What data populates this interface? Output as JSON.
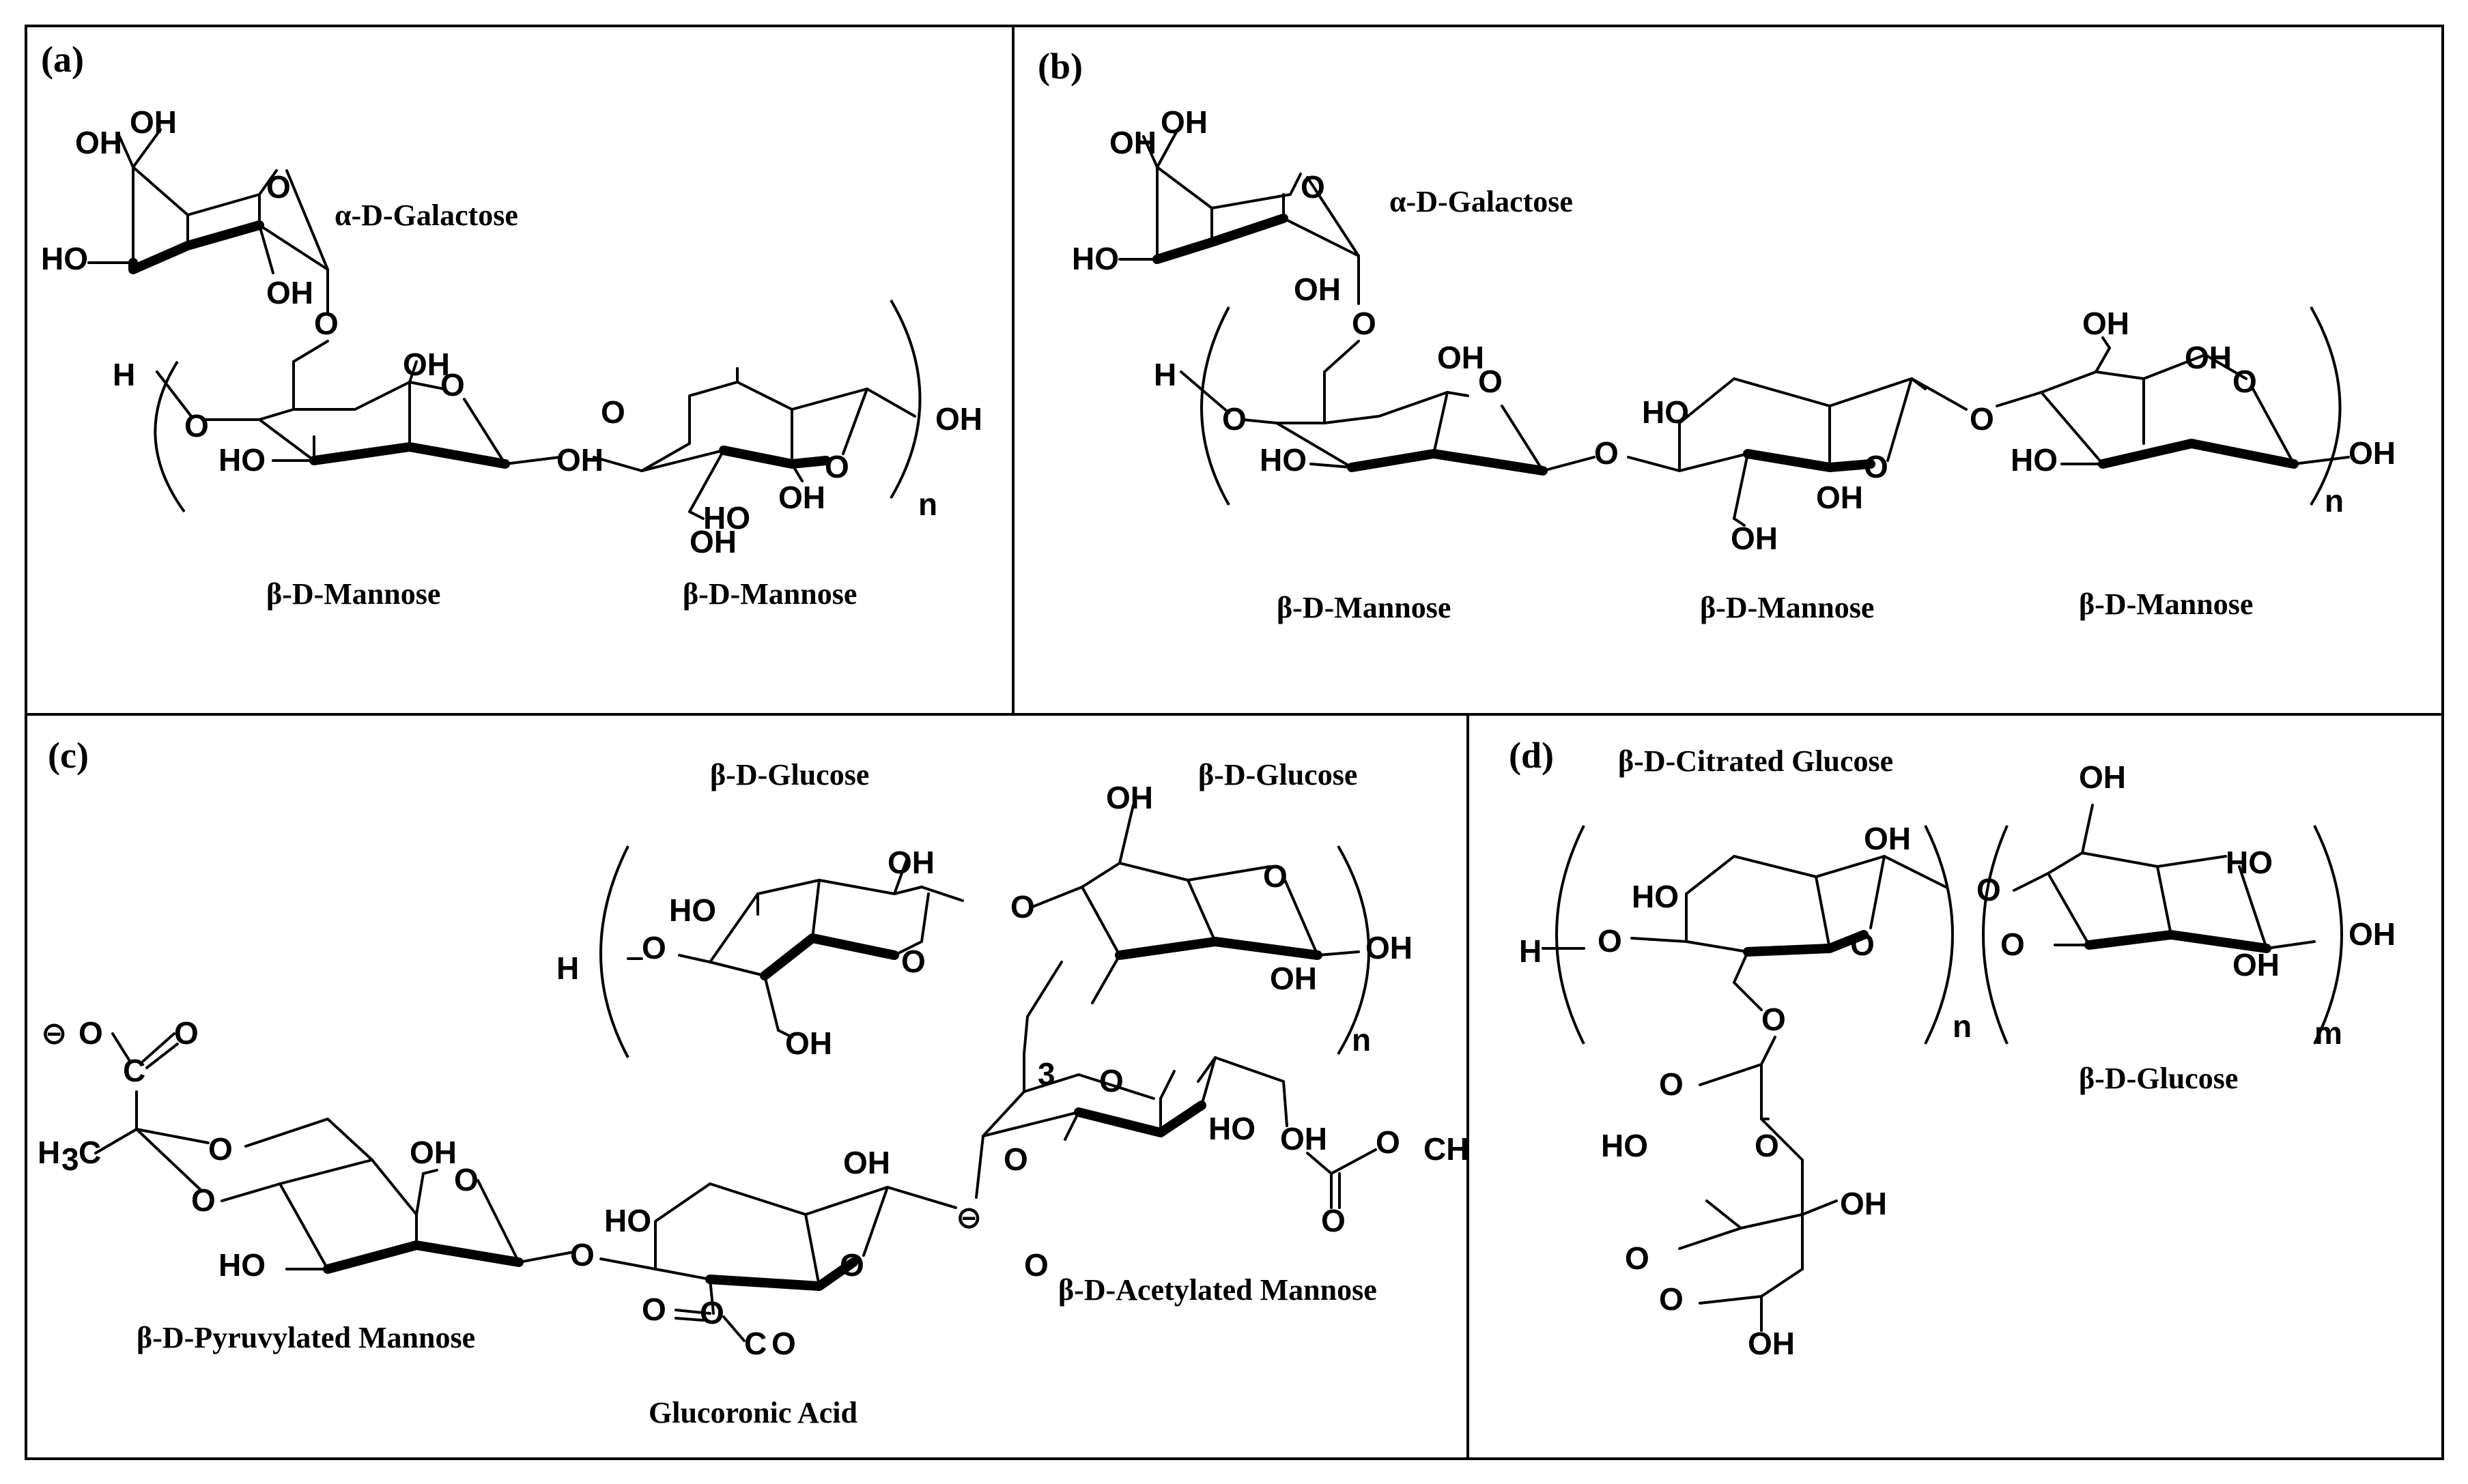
{
  "panels": [
    {
      "label": "(a)",
      "units": [
        "α-D-Galactose",
        "β-D-Mannose",
        "β-D-Mannose"
      ],
      "atoms": [
        "OH",
        "OH",
        "O",
        "HO",
        "OH",
        "O",
        "H",
        "O",
        "OH",
        "O",
        "HO",
        "OH",
        "O",
        "O",
        "HO",
        "OH",
        "OH",
        "OH",
        "n"
      ]
    },
    {
      "label": "(b)",
      "units": [
        "α-D-Galactose",
        "β-D-Mannose",
        "β-D-Mannose",
        "β-D-Mannose"
      ],
      "atoms": [
        "OH",
        "OH",
        "O",
        "HO",
        "OH",
        "O",
        "H",
        "O",
        "OH",
        "O",
        "HO",
        "O",
        "HO",
        "O",
        "OH",
        "OH",
        "O",
        "OH",
        "OH",
        "O",
        "HO",
        "OH",
        "n"
      ]
    },
    {
      "label": "(c)",
      "units": [
        "β-D-Glucose",
        "β-D-Glucose",
        "β-D-Pyruvylated Mannose",
        "Glucoronic Acid",
        "β-D-Acetylated Mannose"
      ],
      "atoms": [
        "H",
        "O",
        "HO",
        "OH",
        "O",
        "O",
        "OH",
        "OH",
        "O",
        "OH",
        "OH",
        "n",
        "⊖",
        "O",
        "O",
        "C",
        "H",
        "3",
        "C",
        "O",
        "O",
        "OH",
        "O",
        "HO",
        "O",
        "HO",
        "OH",
        "O",
        "O",
        "O",
        "C",
        "O",
        "⊖",
        "O",
        "O",
        "HO",
        "OH",
        "O",
        "O",
        "CH",
        "3",
        "O"
      ]
    },
    {
      "label": "(d)",
      "units": [
        "β-D-Citrated Glucose",
        "β-D-Glucose"
      ],
      "atoms": [
        "H",
        "O",
        "HO",
        "OH",
        "O",
        "O",
        "n",
        "O",
        "OH",
        "O",
        "HO",
        "OH",
        "OH",
        "m",
        "O",
        "O",
        "HO",
        "O",
        "OH",
        "O",
        "OH"
      ]
    }
  ]
}
